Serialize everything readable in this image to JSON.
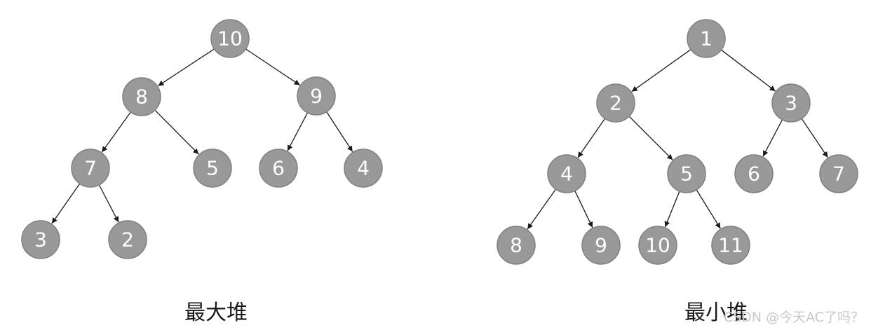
{
  "edge_color": "#1a1a1a",
  "node_fill": "#999999",
  "node_text_color": "#ffffff",
  "trees": [
    {
      "caption": "最大堆",
      "nodes": [
        "10",
        "8",
        "9",
        "7",
        "5",
        "6",
        "4",
        "3",
        "2"
      ],
      "edges": [
        [
          0,
          1
        ],
        [
          0,
          2
        ],
        [
          1,
          3
        ],
        [
          1,
          4
        ],
        [
          2,
          5
        ],
        [
          2,
          6
        ],
        [
          3,
          7
        ],
        [
          3,
          8
        ]
      ]
    },
    {
      "caption": "最小堆",
      "nodes": [
        "1",
        "2",
        "3",
        "4",
        "5",
        "6",
        "7",
        "8",
        "9",
        "10",
        "11"
      ],
      "edges": [
        [
          0,
          1
        ],
        [
          0,
          2
        ],
        [
          1,
          3
        ],
        [
          1,
          4
        ],
        [
          2,
          5
        ],
        [
          2,
          6
        ],
        [
          3,
          7
        ],
        [
          3,
          8
        ],
        [
          4,
          9
        ],
        [
          4,
          10
        ]
      ]
    }
  ],
  "watermark": "CSDN @今天AC了吗？"
}
